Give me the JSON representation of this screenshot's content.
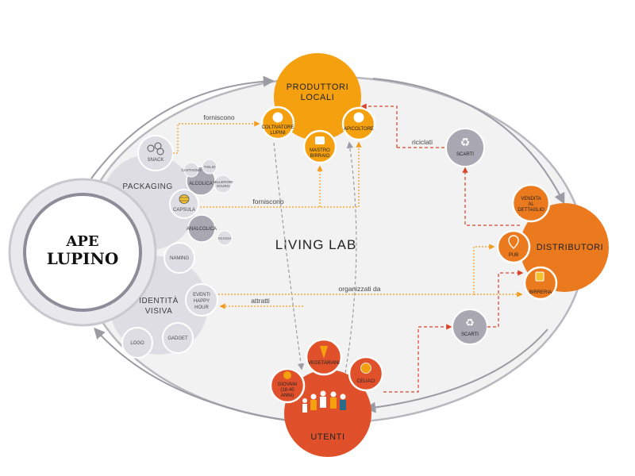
{
  "hub": {
    "logo_text": [
      "APE",
      "LUPINO"
    ]
  },
  "center_label": "LIVING LAB",
  "groups": {
    "packaging": {
      "label": "PACKAGING"
    },
    "identita": {
      "label": [
        "IDENTITÀ",
        "VISIVA"
      ]
    },
    "produttori": {
      "label": [
        "PRODUTTORI",
        "LOCALI"
      ]
    },
    "distributori": {
      "label": "DISTRIBUTORI"
    },
    "utenti": {
      "label": "UTENTI"
    }
  },
  "nodes": {
    "snack": "SNACK",
    "castagno": "CASTAGNO",
    "tiglio": "TIGLIO",
    "alcolica": "ALCOLICA",
    "millefiori": [
      "MILLEFIORI",
      "SCURO"
    ],
    "capsula": "CAPSULA",
    "analcolica": "ANALCOLICA",
    "acacia": "ACACIA",
    "naming": "NAMING",
    "eventi": [
      "EVENTI",
      "HAPPY",
      "HOUR"
    ],
    "logo": "LOGO",
    "gadget": "GADGET",
    "coltivatore": [
      "COLTIVATORE",
      "LUPINI"
    ],
    "mastro": [
      "MASTRO",
      "BIRRAIO"
    ],
    "apicoltore": "APICOLTORE",
    "scarti_top": "SCARTI",
    "vendita": [
      "VENDITA",
      "AL",
      "DETTAGLIO"
    ],
    "pub": "PUB",
    "birreria": "BIRRERIA",
    "scarti_bottom": "SCARTI",
    "vegetariani": "VEGETARIANI",
    "giovani": [
      "GIOVANI",
      "(18-40",
      "ANNI)"
    ],
    "celiaci": "CELIACI"
  },
  "connectors": {
    "forniscono_top": "forniscono",
    "forniscono_mid": "forniscono",
    "riciclati": "riciclati",
    "organizzati_da": "organizzati da",
    "attratti": "attratti"
  },
  "colors": {
    "orange": "#F5A00F",
    "dark_orange": "#EB7A1E",
    "red": "#E0512B",
    "ellipse": "#F2F2F3",
    "grey_circle": "#DEDDE3",
    "dark_grey": "#A9A7B2",
    "outline": "#B8B7BE",
    "dashed_orange": "#F39B1A",
    "dashed_red": "#D9432B"
  },
  "icons": [
    "nuts-icon",
    "beehive-icon",
    "wheat-icon",
    "beer-brewer-icon",
    "beekeeper-icon",
    "recycle-icon",
    "map-pin-icon",
    "beer-mug-icon",
    "carrot-icon",
    "gluten-free-icon",
    "users-icon",
    "people-group-icon"
  ]
}
